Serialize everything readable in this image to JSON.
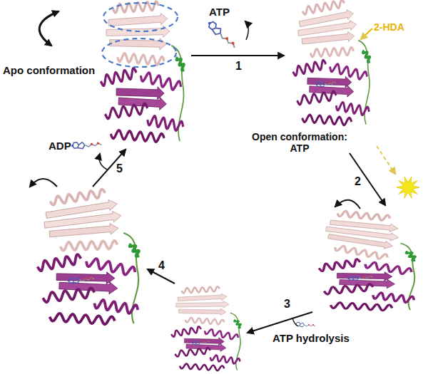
{
  "diagram": {
    "labels": [
      "Apo conformation",
      "ATP",
      "1",
      "2-HDA",
      "Open conformation: ATP",
      "2",
      "3",
      "ATP hydrolysis",
      "4",
      "ADP",
      "5"
    ]
  }
}
